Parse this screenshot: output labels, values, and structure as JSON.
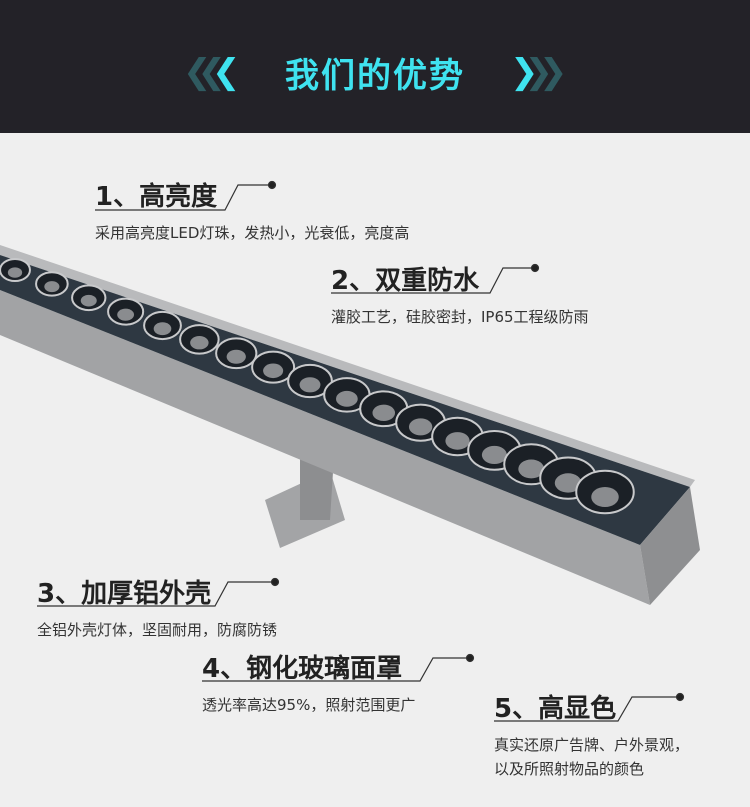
{
  "header": {
    "title": "我们的优势",
    "left_icon": "double-chevron-left-icon",
    "right_icon": "double-chevron-right-icon",
    "accent": "#3fe3f0"
  },
  "features": [
    {
      "title": "1、高亮度",
      "desc": [
        "采用高亮度LED灯珠，发热小，光衰低，亮度高"
      ]
    },
    {
      "title": "2、双重防水",
      "desc": [
        "灌胶工艺，硅胶密封，IP65工程级防雨"
      ]
    },
    {
      "title": "3、加厚铝外壳",
      "desc": [
        "全铝外壳灯体，坚固耐用，防腐防锈"
      ]
    },
    {
      "title": "4、钢化玻璃面罩",
      "desc": [
        "透光率高达95%，照射范围更广"
      ]
    },
    {
      "title": "5、高显色",
      "desc": [
        "真实还原广告牌、户外景观，",
        "以及所照射物品的颜色"
      ]
    }
  ]
}
